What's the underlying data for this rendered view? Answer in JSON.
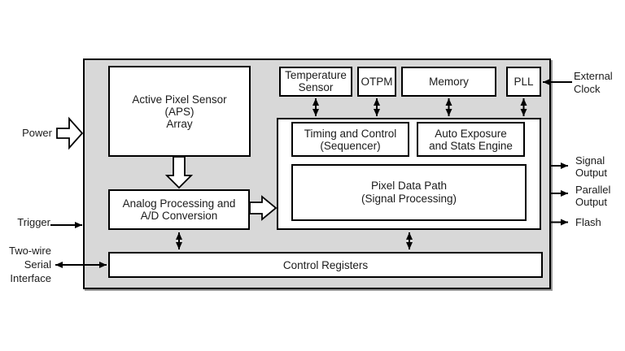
{
  "figure": {
    "blocks": {
      "aps": [
        "Active Pixel Sensor",
        "(APS)",
        "Array"
      ],
      "analog": [
        "Analog Processing and",
        "A/D Conversion"
      ],
      "temperature": [
        "Temperature",
        "Sensor"
      ],
      "otpm": "OTPM",
      "memory": "Memory",
      "pll": "PLL",
      "timing": [
        "Timing and Control",
        "(Sequencer)"
      ],
      "auto_exposure": [
        "Auto Exposure",
        "and Stats Engine"
      ],
      "pixel_data_path": [
        "Pixel Data Path",
        "(Signal Processing)"
      ],
      "control_registers": "Control Registers"
    },
    "io_labels": {
      "power": "Power",
      "trigger": "Trigger",
      "two_wire": [
        "Two-wire",
        "Serial",
        "Interface"
      ],
      "external_clock": [
        "External",
        "Clock"
      ],
      "signal_output": [
        "Signal",
        "Output"
      ],
      "parallel_output": [
        "Parallel",
        "Output"
      ],
      "flash": "Flash"
    },
    "colors": {
      "chip_fill": "#d8d8d8",
      "block_fill": "#ffffff",
      "line": "#000000",
      "text": "#1b1b1b"
    }
  }
}
